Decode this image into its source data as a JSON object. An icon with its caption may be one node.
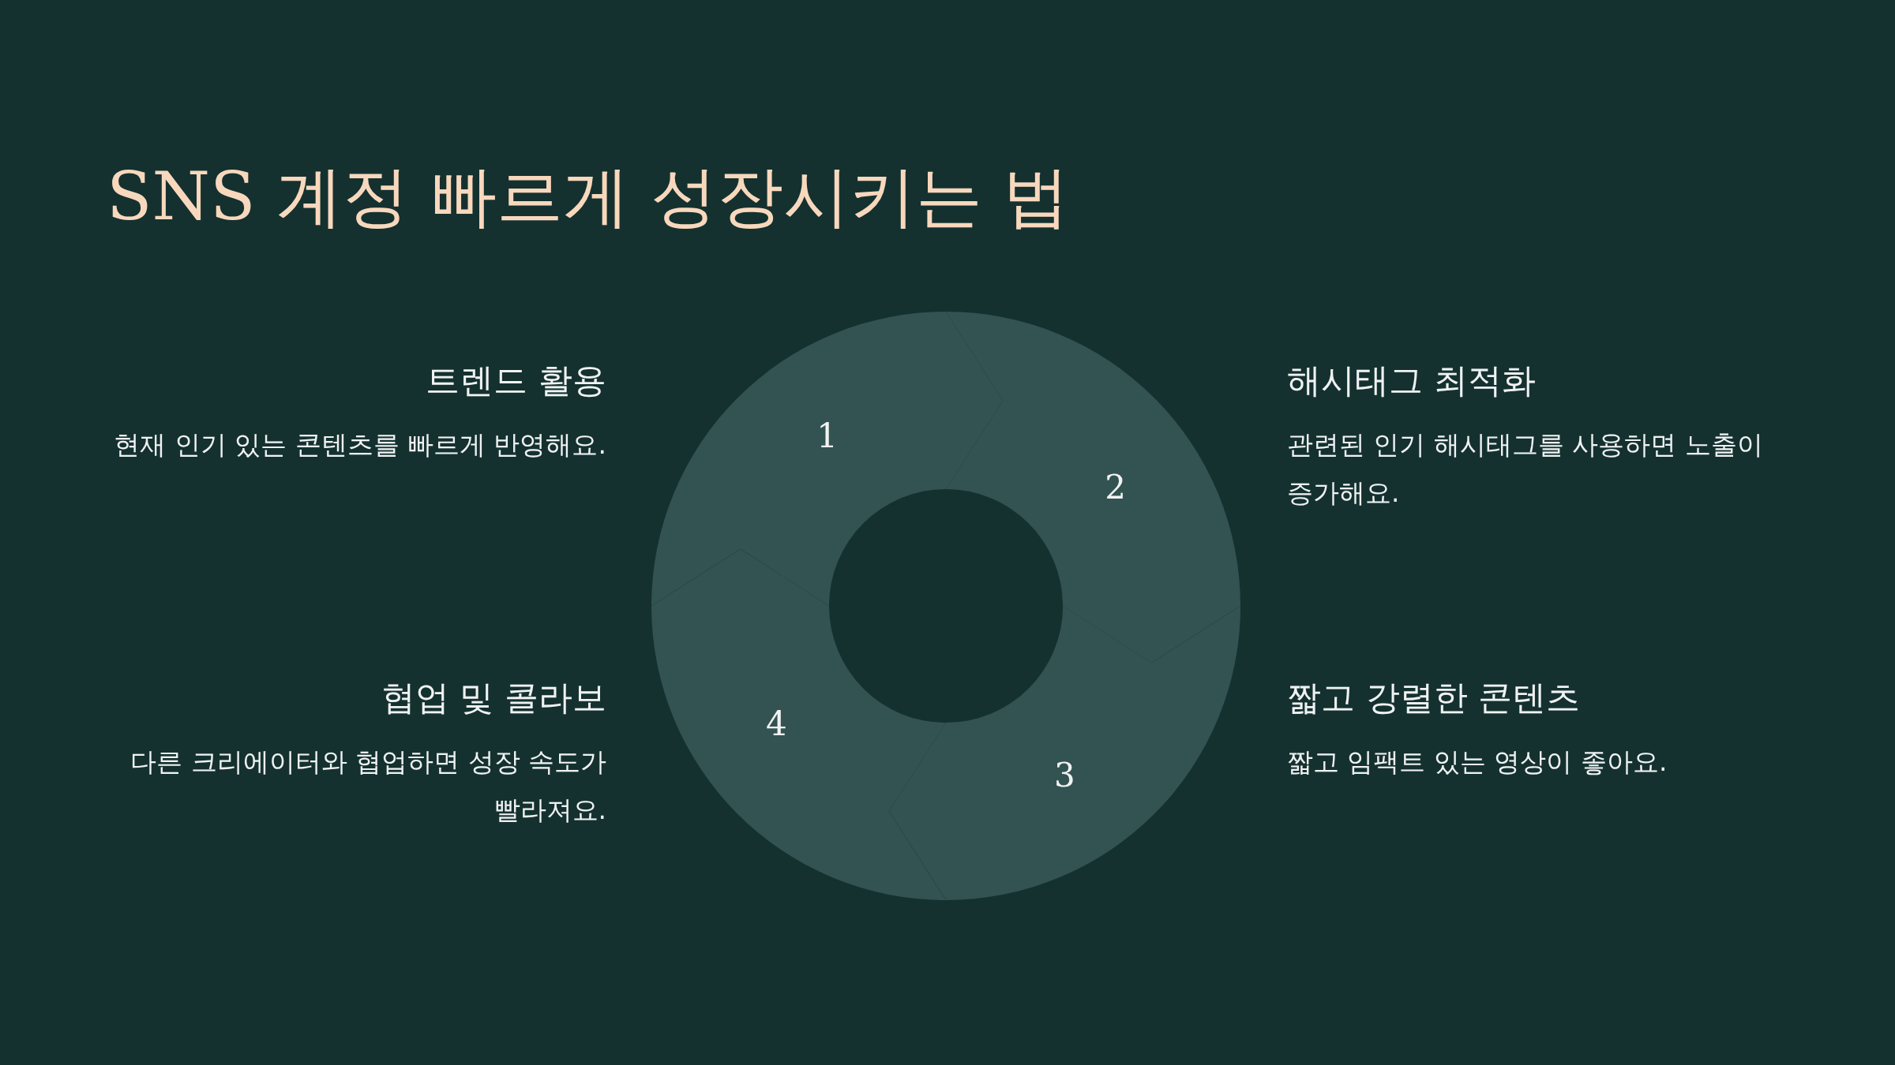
{
  "diagram": {
    "title": "SNS 계정 빠르게 성장시키는 법",
    "nodes": [
      {
        "text": [
          "1"
        ],
        "beside": [
          "트렌드 활용",
          "현재 인기 있는 콘텐츠를 빠르게 반영해요."
        ]
      },
      {
        "text": [
          "2"
        ],
        "beside": [
          "해시태그 최적화",
          "관련된 인기 해시태그를 사용하면 노출이 증가해요."
        ]
      },
      {
        "text": [
          "3"
        ],
        "beside": [
          "짧고 강렬한 콘텐츠",
          "짧고 임팩트 있는 영상이 좋아요."
        ]
      },
      {
        "text": [
          "4"
        ],
        "beside": [
          "협업 및 콜라보",
          "다른 크리에이터와 협업하면 성장 속도가 빨라져요."
        ]
      }
    ]
  }
}
